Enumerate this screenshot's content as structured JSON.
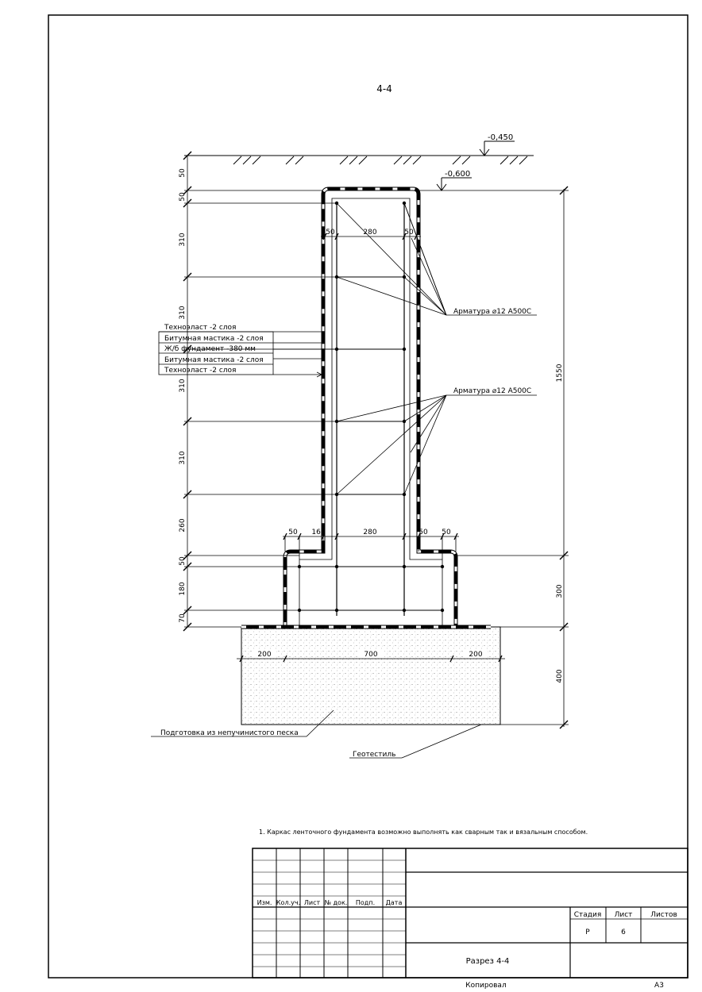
{
  "section_title": "4-4",
  "levels": {
    "top": "-0,450",
    "second": "-0,600"
  },
  "dims_left": [
    "50",
    "50",
    "310",
    "310",
    "310",
    "310",
    "260",
    "50",
    "180",
    "70"
  ],
  "dims_right": {
    "total": "1550",
    "base": "300",
    "prep": "400"
  },
  "dims_wall": [
    "50",
    "280",
    "50"
  ],
  "dims_base": [
    "50",
    "160",
    "280",
    "50",
    "50"
  ],
  "dims_bottom": [
    "200",
    "700",
    "200"
  ],
  "rebar_label": "Арматура ⌀12 А500С",
  "layers": [
    "Техноэласт -2 слоя",
    "Битумная мастика -2 слоя",
    "Ж/б фундамент -380 мм",
    "Битумная мастика -2 слоя",
    "Техноэласт -2 слоя"
  ],
  "sand_label": "Подготовка из непучинистого песка",
  "geotextile_label": "Геотестиль",
  "note": "1. Каркас ленточного фундамента возможно выполнять как сварным так и вязальным способом.",
  "title_block": {
    "headers": [
      "Изм.",
      "Кол.уч.",
      "Лист",
      "№ док.",
      "Подп.",
      "Дата"
    ],
    "stage_label": "Стадия",
    "sheet_label": "Лист",
    "sheets_label": "Листов",
    "stage_value": "Р",
    "sheet_value": "6",
    "drawing_name": "Разрез 4-4",
    "copied": "Копировал",
    "format": "А3"
  }
}
